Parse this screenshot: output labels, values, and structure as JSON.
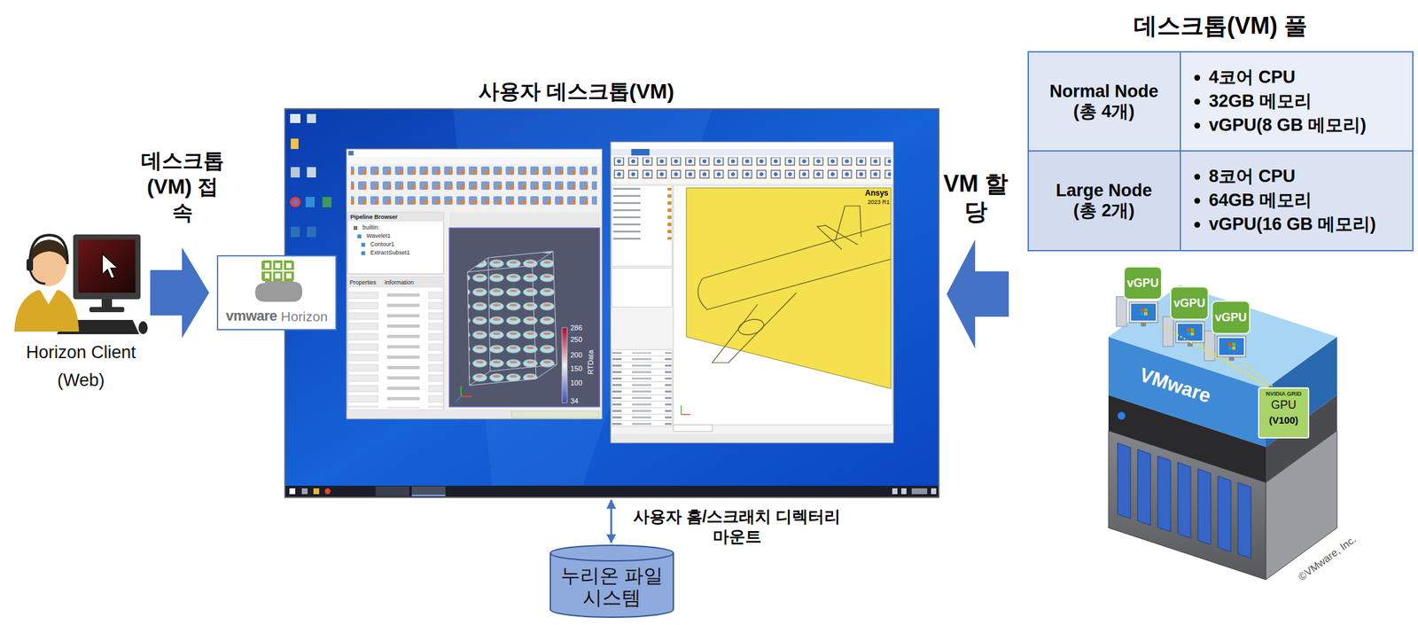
{
  "diagram": {
    "nodes": [
      {
        "text": [
          "Horizon Client (Web)"
        ]
      },
      {
        "text": [
          "vmware",
          "Horizon"
        ]
      },
      {
        "text": [
          "사용자 데스크톱(VM)"
        ]
      },
      {
        "text": [
          "누리온 파일시스템"
        ]
      },
      {
        "text": [
          "데스크톱(VM) 풀"
        ]
      }
    ],
    "edges": [
      {
        "from": 0,
        "to": 1,
        "arrow": "to",
        "label": "데스크톱 (VM) 접속"
      },
      {
        "from": 2,
        "to": 3,
        "arrow": "both",
        "label": "사용자 홈/스크래치 디렉터리 마운트"
      },
      {
        "from": 4,
        "to": 2,
        "arrow": "to",
        "label": "VM 할당"
      }
    ],
    "labels": [
      "Normal Node (총 4개)",
      "4코어 CPU",
      "32GB 메모리",
      "vGPU(8 GB 메모리)",
      "Large Node (총 2개)",
      "8코어 CPU",
      "64GB 메모리",
      "vGPU(16 GB 메모리)",
      "vGPU",
      "vGPU",
      "vGPU",
      "VMware",
      "NVIDIA GRID",
      "GPU",
      "(V100)",
      "©VMware, Inc.",
      "Pipeline Browser",
      "builtin:",
      "Wavelet1",
      "Contour1",
      "ExtractSubset1",
      "Properties",
      "Information",
      "286",
      "250",
      "200",
      "150",
      "100",
      "34",
      "RTData",
      "Ansys",
      "2023 R1"
    ]
  }
}
